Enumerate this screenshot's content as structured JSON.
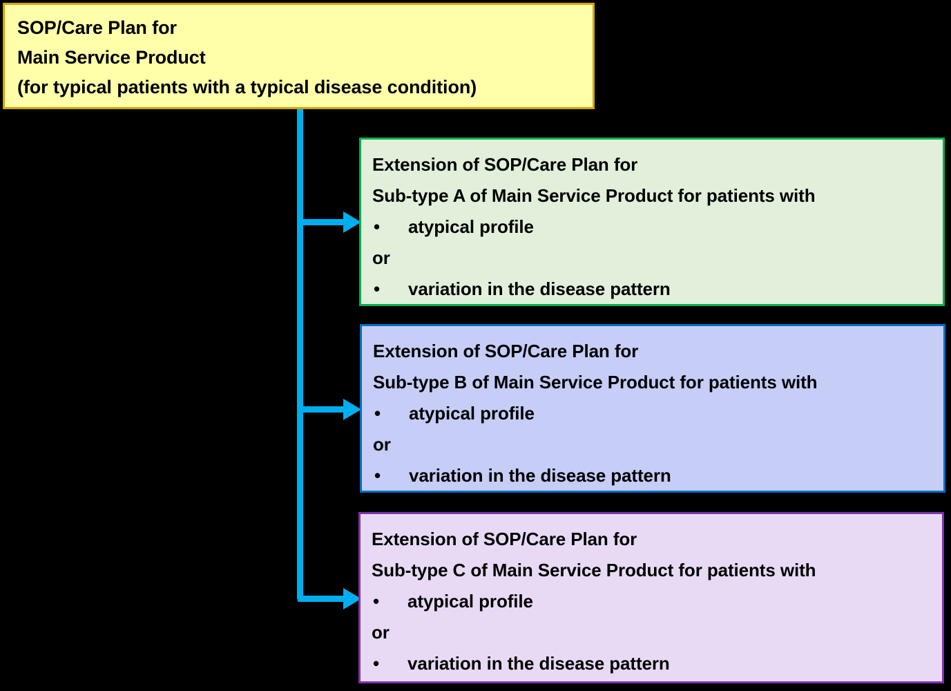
{
  "diagram": {
    "title_box": {
      "lines": [
        "SOP/Care Plan for",
        "Main Service Product",
        "(for typical patients with a typical disease condition)"
      ],
      "fill_color": "#FFFFAA",
      "border_color": "#D6A400"
    },
    "connector": {
      "color": "#00AEEF",
      "arrow_count": 3
    },
    "extensions": [
      {
        "id": "sub-type-a",
        "heading_line_1": "Extension of SOP/Care Plan for",
        "heading_line_2": "Sub-type A of Main Service Product for patients with",
        "bullet_1": "atypical profile",
        "conjunction": "or",
        "bullet_2": "variation in the disease pattern",
        "bullet_glyph": "•",
        "fill_color": "#E2EFDA",
        "border_color": "#00B050"
      },
      {
        "id": "sub-type-b",
        "heading_line_1": "Extension of SOP/Care Plan for",
        "heading_line_2": "Sub-type B of Main Service Product for patients with",
        "bullet_1": "atypical profile",
        "conjunction": "or",
        "bullet_2": "variation in the disease pattern",
        "bullet_glyph": "•",
        "fill_color": "#C6CDF7",
        "border_color": "#0070C0"
      },
      {
        "id": "sub-type-c",
        "heading_line_1": "Extension of SOP/Care Plan for",
        "heading_line_2": "Sub-type C of Main Service Product for patients with",
        "bullet_1": "atypical profile",
        "conjunction": "or",
        "bullet_2": "variation in the disease pattern",
        "bullet_glyph": "•",
        "fill_color": "#E8DAF4",
        "border_color": "#7F32B0"
      }
    ]
  }
}
